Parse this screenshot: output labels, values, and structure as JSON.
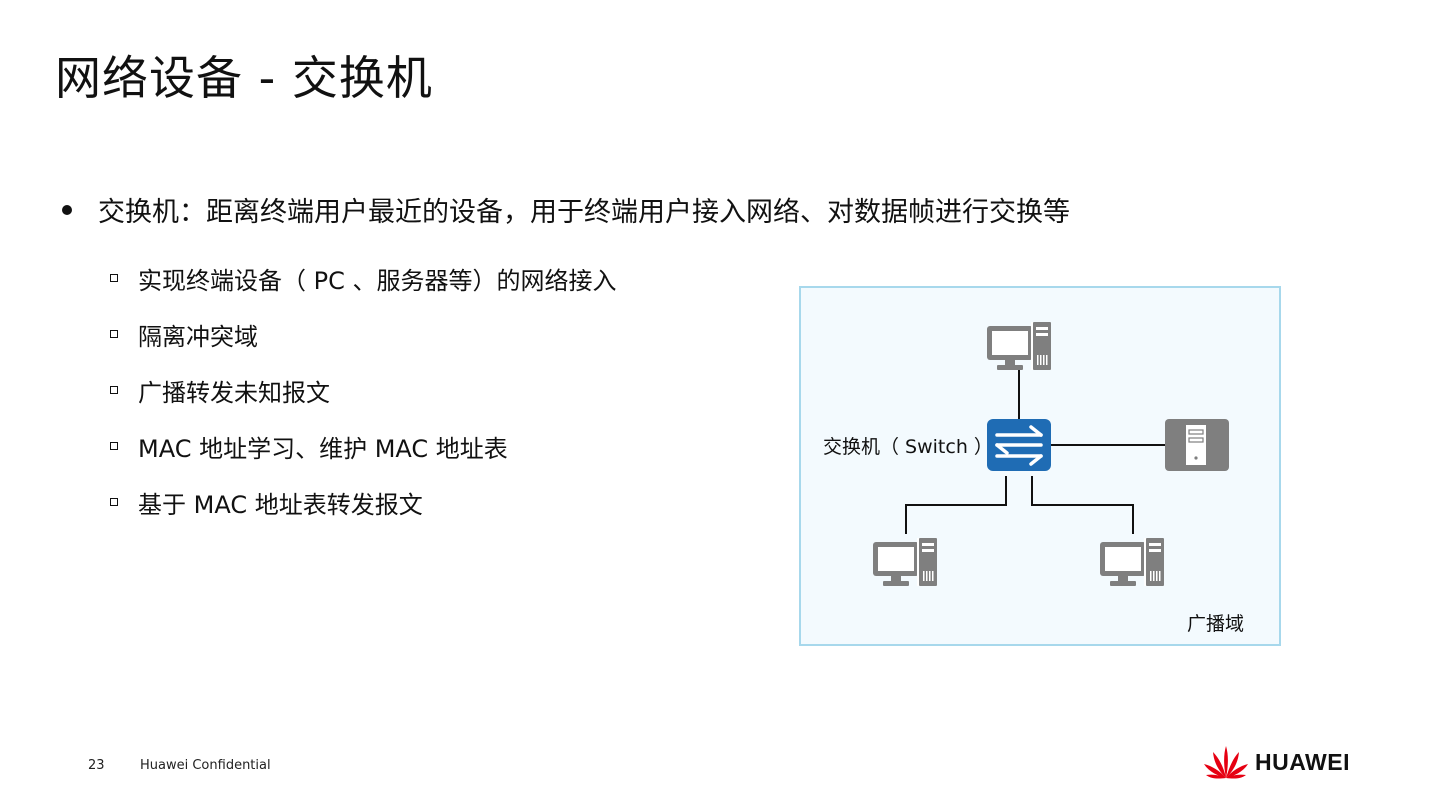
{
  "title": "网络设备 - 交换机",
  "main_bullet": "交换机：距离终端用户最近的设备，用于终端用户接入网络、对数据帧进行交换等",
  "sub_bullets": [
    "实现终端设备（ PC 、服务器等）的网络接入",
    "隔离冲突域",
    "广播转发未知报文",
    "MAC 地址学习、维护 MAC 地址表",
    "基于 MAC 地址表转发报文"
  ],
  "diagram": {
    "switch_label": "交换机（ Switch ）",
    "domain_label": "广播域",
    "colors": {
      "frame_border": "#a7d8ec",
      "frame_fill": "#f3fafe",
      "switch": "#1f6cb4",
      "device": "#7f7f7f"
    },
    "icons": [
      "pc-icon",
      "switch-icon",
      "server-icon"
    ]
  },
  "footer": {
    "page_number": "23",
    "confidential": "Huawei Confidential"
  },
  "logo": {
    "text": "HUAWEI",
    "color": "#e60012"
  }
}
